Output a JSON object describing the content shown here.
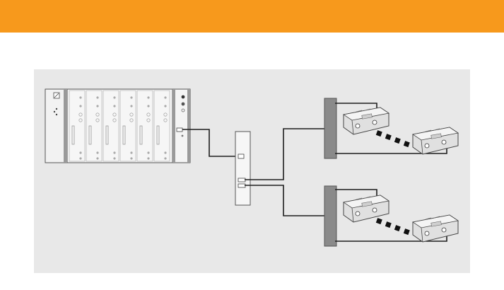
{
  "header": {
    "background_color": "#f7991c"
  },
  "diagram": {
    "panel_color": "#e8e8e8",
    "headend": {
      "module_count": 6
    },
    "splitter_outputs": 2,
    "taps": [
      {
        "outlets": 2
      },
      {
        "outlets": 2
      }
    ]
  }
}
